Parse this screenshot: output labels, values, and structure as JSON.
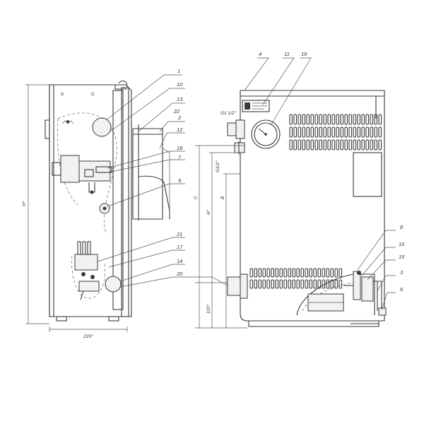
{
  "callouts": [
    {
      "id": "c1",
      "text": "1"
    },
    {
      "id": "c10",
      "text": "10"
    },
    {
      "id": "c13",
      "text": "13"
    },
    {
      "id": "c2",
      "text": "2"
    },
    {
      "id": "c22",
      "text": "22"
    },
    {
      "id": "c12",
      "text": "12"
    },
    {
      "id": "c18",
      "text": "18"
    },
    {
      "id": "c7",
      "text": "7"
    },
    {
      "id": "c9",
      "text": "9"
    },
    {
      "id": "c21",
      "text": "21"
    },
    {
      "id": "c17",
      "text": "17"
    },
    {
      "id": "c14",
      "text": "14"
    },
    {
      "id": "c20",
      "text": "20"
    },
    {
      "id": "c4",
      "text": "4"
    },
    {
      "id": "c11",
      "text": "11"
    },
    {
      "id": "c19",
      "text": "19"
    },
    {
      "id": "c8",
      "text": "8"
    },
    {
      "id": "c16",
      "text": "16"
    },
    {
      "id": "c15",
      "text": "15"
    },
    {
      "id": "c3",
      "text": "3"
    },
    {
      "id": "c6",
      "text": "6"
    }
  ],
  "pipe_labels": {
    "top_inlet": "G1 1/2\"",
    "gas_inlet": "G1/2\""
  },
  "dimensions": {
    "overall_height": "H*",
    "depth": "225*",
    "height_a": "A*",
    "height_b": "B",
    "height_c": "C",
    "bottom_height": "110*"
  }
}
